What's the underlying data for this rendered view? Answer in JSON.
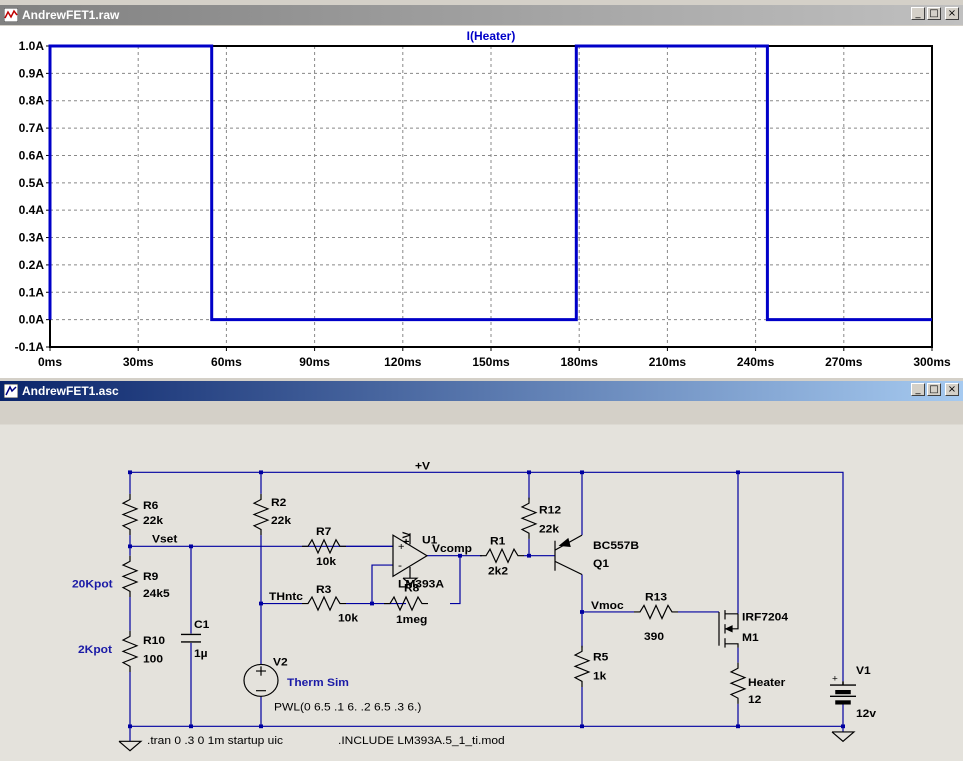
{
  "waveform_window": {
    "title": "AndrewFET1.raw",
    "buttons": {
      "minimize": "_",
      "maximize": "□",
      "close": "×"
    },
    "trace_label": "I(Heater)",
    "trace_color": "#0000c8"
  },
  "chart_data": {
    "type": "line",
    "series": [
      {
        "name": "I(Heater)",
        "x": [
          0,
          0,
          55,
          55,
          179,
          179,
          244,
          244,
          300
        ],
        "y": [
          0,
          1.0,
          1.0,
          0.0,
          0.0,
          1.0,
          1.0,
          0.0,
          0.0
        ]
      }
    ],
    "xlim": [
      0,
      300
    ],
    "ylim": [
      -0.1,
      1.0
    ],
    "x_ticks": [
      0,
      30,
      60,
      90,
      120,
      150,
      180,
      210,
      240,
      270,
      300
    ],
    "x_tick_labels": [
      "0ms",
      "30ms",
      "60ms",
      "90ms",
      "120ms",
      "150ms",
      "180ms",
      "210ms",
      "240ms",
      "270ms",
      "300ms"
    ],
    "y_ticks": [
      1.0,
      0.9,
      0.8,
      0.7,
      0.6,
      0.5,
      0.4,
      0.3,
      0.2,
      0.1,
      0.0,
      -0.1
    ],
    "y_tick_labels": [
      "1.0A",
      "0.9A",
      "0.8A",
      "0.7A",
      "0.6A",
      "0.5A",
      "0.4A",
      "0.3A",
      "0.2A",
      "0.1A",
      "0.0A",
      "-0.1A"
    ],
    "grid": true
  },
  "schematic_window": {
    "title": "AndrewFET1.asc",
    "buttons": {
      "minimize": "_",
      "maximize": "□",
      "close": "×"
    }
  },
  "schematic": {
    "net_vplus": "+V",
    "net_vset": "Vset",
    "net_thntc": "THntc",
    "net_vcomp": "Vcomp",
    "net_vmoc": "Vmoc",
    "R6": {
      "name": "R6",
      "value": "22k"
    },
    "R9": {
      "name": "R9",
      "value": "24k5"
    },
    "R10": {
      "name": "R10",
      "value": "100"
    },
    "R2": {
      "name": "R2",
      "value": "22k"
    },
    "R7": {
      "name": "R7",
      "value": "10k"
    },
    "R3": {
      "name": "R3",
      "value": "10k"
    },
    "R8": {
      "name": "R8",
      "value": "1meg"
    },
    "R1": {
      "name": "R1",
      "value": "2k2"
    },
    "R12": {
      "name": "R12",
      "value": "22k"
    },
    "R13": {
      "name": "R13",
      "value": "390"
    },
    "R5": {
      "name": "R5",
      "value": "1k"
    },
    "C1": {
      "name": "C1",
      "value": "1µ"
    },
    "U1": {
      "name": "U1",
      "value": "LM393A",
      "supply": "+V"
    },
    "Q1": {
      "name": "Q1",
      "value": "BC557B"
    },
    "M1": {
      "name": "M1",
      "value": "IRF7204"
    },
    "Heater": {
      "name": "Heater",
      "value": "12"
    },
    "V1": {
      "name": "V1",
      "value": "12v"
    },
    "V2": {
      "name": "V2",
      "value": "Therm Sim",
      "pwl": "PWL(0 6.5 .1 6. .2 6.5 .3 6.)"
    },
    "note_20kpot": "20Kpot",
    "note_2kpot": "2Kpot",
    "directive_tran": ".tran 0 .3 0 1m startup uic",
    "directive_include": ".INCLUDE LM393A.5_1_ti.mod",
    "plus_sign": "+",
    "minus_sign": "-"
  }
}
